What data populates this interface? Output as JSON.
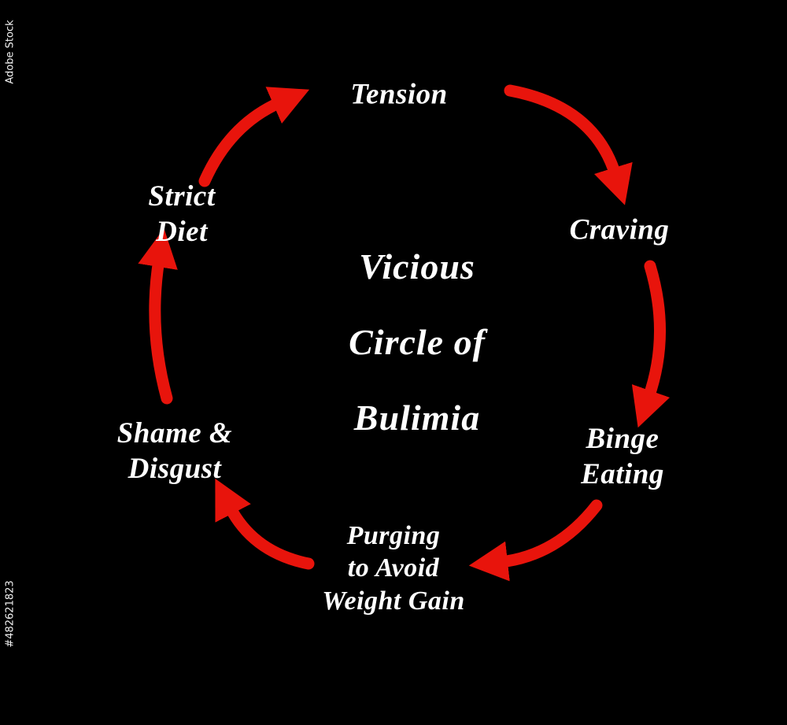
{
  "watermark": {
    "brand": "Adobe Stock",
    "id": "#482621823"
  },
  "center_title": {
    "lines": [
      "Vicious",
      "Circle of",
      "Bulimia"
    ]
  },
  "nodes": [
    {
      "id": "tension",
      "label": "Tension"
    },
    {
      "id": "craving",
      "label": "Craving"
    },
    {
      "id": "binge-eating",
      "label": "Binge\nEating"
    },
    {
      "id": "purging",
      "label": "Purging\nto Avoid\nWeight Gain"
    },
    {
      "id": "shame-disgust",
      "label": "Shame &\nDisgust"
    },
    {
      "id": "strict-diet",
      "label": "Strict\nDiet"
    }
  ],
  "colors": {
    "background": "#000000",
    "text": "#ffffff",
    "arrow": "#e8140c"
  }
}
